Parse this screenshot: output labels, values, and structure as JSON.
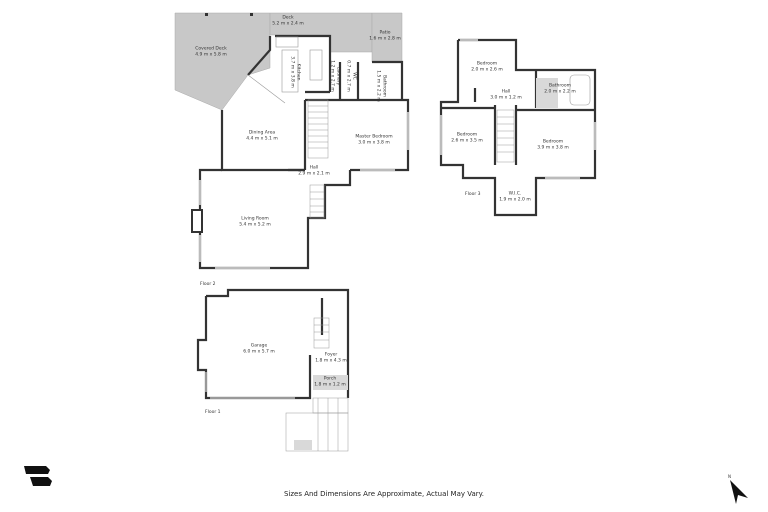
{
  "plan": {
    "floor2": {
      "label": "Floor 2",
      "rooms": [
        {
          "id": "deck",
          "name": "Deck",
          "dims": "5.2 m x 2.4 m"
        },
        {
          "id": "patio",
          "name": "Patio",
          "dims": "1.6 m x 2.8 m"
        },
        {
          "id": "covered-deck",
          "name": "Covered Deck",
          "dims": "4.9 m x 5.8 m"
        },
        {
          "id": "kitchen",
          "name": "Kitchen",
          "dims": "3.7 m x 3.8 m"
        },
        {
          "id": "laundry",
          "name": "Laundry",
          "dims": "1.2 m x 2.7 m"
        },
        {
          "id": "wc",
          "name": "WC",
          "dims": "0.7 m x 2.7 m"
        },
        {
          "id": "bathroom",
          "name": "Bathroom",
          "dims": "1.5 m x 2.2 m"
        },
        {
          "id": "dining-area",
          "name": "Dining Area",
          "dims": "4.4 m x 5.1 m"
        },
        {
          "id": "master-bedroom",
          "name": "Master Bedroom",
          "dims": "3.0 m x 3.8 m"
        },
        {
          "id": "hall",
          "name": "Hall",
          "dims": "2.9 m x 2.1 m"
        },
        {
          "id": "living-room",
          "name": "Living Room",
          "dims": "5.4 m x 5.2 m"
        }
      ]
    },
    "floor3": {
      "label": "Floor 3",
      "rooms": [
        {
          "id": "bedroom-1",
          "name": "Bedroom",
          "dims": "2.0 m x 2.6 m"
        },
        {
          "id": "hall",
          "name": "Hall",
          "dims": "3.0 m x 1.2 m"
        },
        {
          "id": "bathroom",
          "name": "Bathroom",
          "dims": "2.0 m x 2.2 m"
        },
        {
          "id": "bedroom-2",
          "name": "Bedroom",
          "dims": "2.6 m x 3.5 m"
        },
        {
          "id": "bedroom-3",
          "name": "Bedroom",
          "dims": "3.9 m x 3.8 m"
        },
        {
          "id": "wic",
          "name": "W.I.C.",
          "dims": "1.9 m x 2.0 m"
        }
      ]
    },
    "floor1": {
      "label": "Floor 1",
      "rooms": [
        {
          "id": "garage",
          "name": "Garage",
          "dims": "6.0 m x 5.7 m"
        },
        {
          "id": "foyer",
          "name": "Foyer",
          "dims": "1.8 m x 4.3 m"
        },
        {
          "id": "porch",
          "name": "Porch",
          "dims": "1.8 m x 1.2 m"
        }
      ]
    }
  },
  "footer": {
    "disclaimer": "Sizes And Dimensions Are Approximate, Actual May Vary."
  },
  "compass": {
    "label": "N",
    "icon": "north-arrow-icon"
  },
  "brand": {
    "icon": "brand-logo-icon"
  },
  "colors": {
    "wall": "#333333",
    "deck": "#c8c8c8",
    "shaded": "#d9d9d9",
    "window": "#e8e8e8"
  }
}
